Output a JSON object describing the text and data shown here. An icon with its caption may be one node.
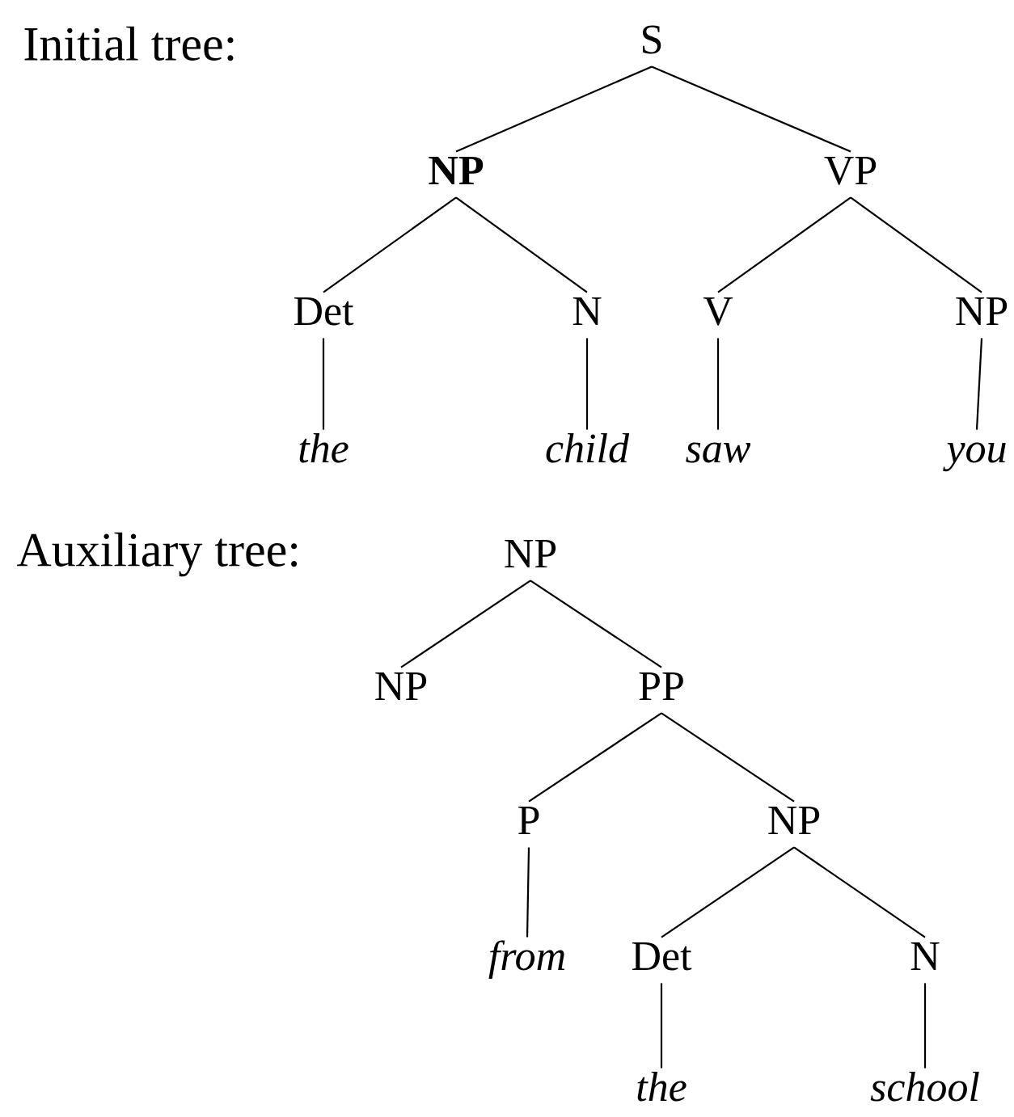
{
  "diagram": {
    "nodes": [
      {
        "text": [
          "S"
        ]
      },
      {
        "text": [
          "**NP**"
        ]
      },
      {
        "text": [
          "VP"
        ]
      },
      {
        "text": [
          "Det"
        ]
      },
      {
        "text": [
          "N"
        ]
      },
      {
        "text": [
          "V"
        ]
      },
      {
        "text": [
          "NP"
        ]
      },
      {
        "text": [
          "the"
        ]
      },
      {
        "text": [
          "child"
        ]
      },
      {
        "text": [
          "saw"
        ]
      },
      {
        "text": [
          "you"
        ]
      },
      {
        "text": [
          "NP"
        ]
      },
      {
        "text": [
          "NP"
        ]
      },
      {
        "text": [
          "PP"
        ]
      },
      {
        "text": [
          "P"
        ]
      },
      {
        "text": [
          "NP"
        ]
      },
      {
        "text": [
          "from"
        ]
      },
      {
        "text": [
          "Det"
        ]
      },
      {
        "text": [
          "N"
        ]
      },
      {
        "text": [
          "the"
        ]
      },
      {
        "text": [
          "school"
        ]
      }
    ],
    "edges": [
      {
        "from": 0,
        "to": 1,
        "arrow": "none"
      },
      {
        "from": 0,
        "to": 2,
        "arrow": "none"
      },
      {
        "from": 1,
        "to": 3,
        "arrow": "none"
      },
      {
        "from": 1,
        "to": 4,
        "arrow": "none"
      },
      {
        "from": 2,
        "to": 5,
        "arrow": "none"
      },
      {
        "from": 2,
        "to": 6,
        "arrow": "none"
      },
      {
        "from": 3,
        "to": 7,
        "arrow": "none"
      },
      {
        "from": 4,
        "to": 8,
        "arrow": "none"
      },
      {
        "from": 5,
        "to": 9,
        "arrow": "none"
      },
      {
        "from": 6,
        "to": 10,
        "arrow": "none"
      },
      {
        "from": 11,
        "to": 12,
        "arrow": "none"
      },
      {
        "from": 11,
        "to": 13,
        "arrow": "none"
      },
      {
        "from": 13,
        "to": 14,
        "arrow": "none"
      },
      {
        "from": 13,
        "to": 15,
        "arrow": "none"
      },
      {
        "from": 14,
        "to": 16,
        "arrow": "none"
      },
      {
        "from": 15,
        "to": 17,
        "arrow": "none"
      },
      {
        "from": 15,
        "to": 18,
        "arrow": "none"
      },
      {
        "from": 17,
        "to": 19,
        "arrow": "none"
      },
      {
        "from": 18,
        "to": 20,
        "arrow": "none"
      }
    ],
    "labels": [
      "Initial tree:",
      "Auxiliary tree:"
    ]
  }
}
